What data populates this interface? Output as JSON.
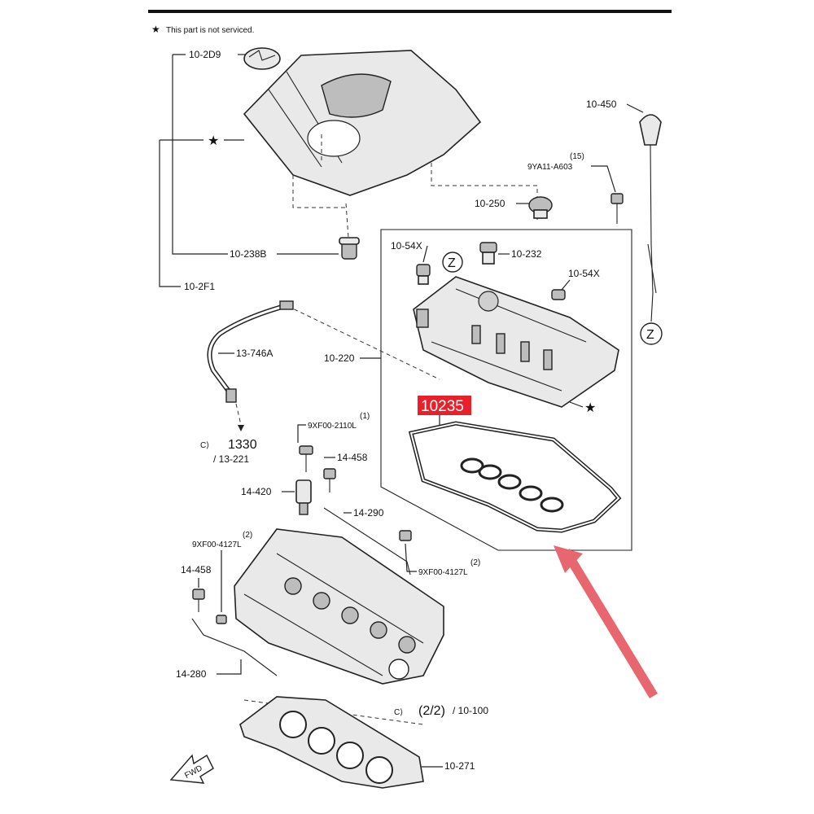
{
  "note": {
    "star": "★",
    "text": "This part is not serviced."
  },
  "labels": {
    "l_10_2d9": "10-2D9",
    "l_10_238b": "10-238B",
    "l_10_2f1": "10-2F1",
    "l_10_450": "10-450",
    "l_15": "(15)",
    "l_9ya11": "9YA11-A603",
    "l_10_250": "10-250",
    "l_10_54x_a": "10-54X",
    "l_10_232": "10-232",
    "l_10_54x_b": "10-54X",
    "l_z_a": "Z",
    "l_z_b": "Z",
    "l_13_746a": "13-746A",
    "l_10_220": "10-220",
    "l_1330": "1330",
    "l_13_221": "/ 13-221",
    "l_1": "(1)",
    "l_9xf00_2110l": "9XF00-2110L",
    "l_14_458_a": "14-458",
    "l_14_420": "14-420",
    "l_14_290": "14-290",
    "l_2_a": "(2)",
    "l_9xf00_4127l_a": "9XF00-4127L",
    "l_2_b": "(2)",
    "l_9xf00_4127l_b": "9XF00-4127L",
    "l_14_458_b": "14-458",
    "l_14_280": "14-280",
    "l_22": "(2/2)",
    "l_10_100": "/ 10-100",
    "l_10_271": "10-271",
    "l_fwd": "FWD"
  },
  "highlight": {
    "part_number": "10235",
    "color": "#e8202a"
  },
  "arrow_color": "#e8666e"
}
